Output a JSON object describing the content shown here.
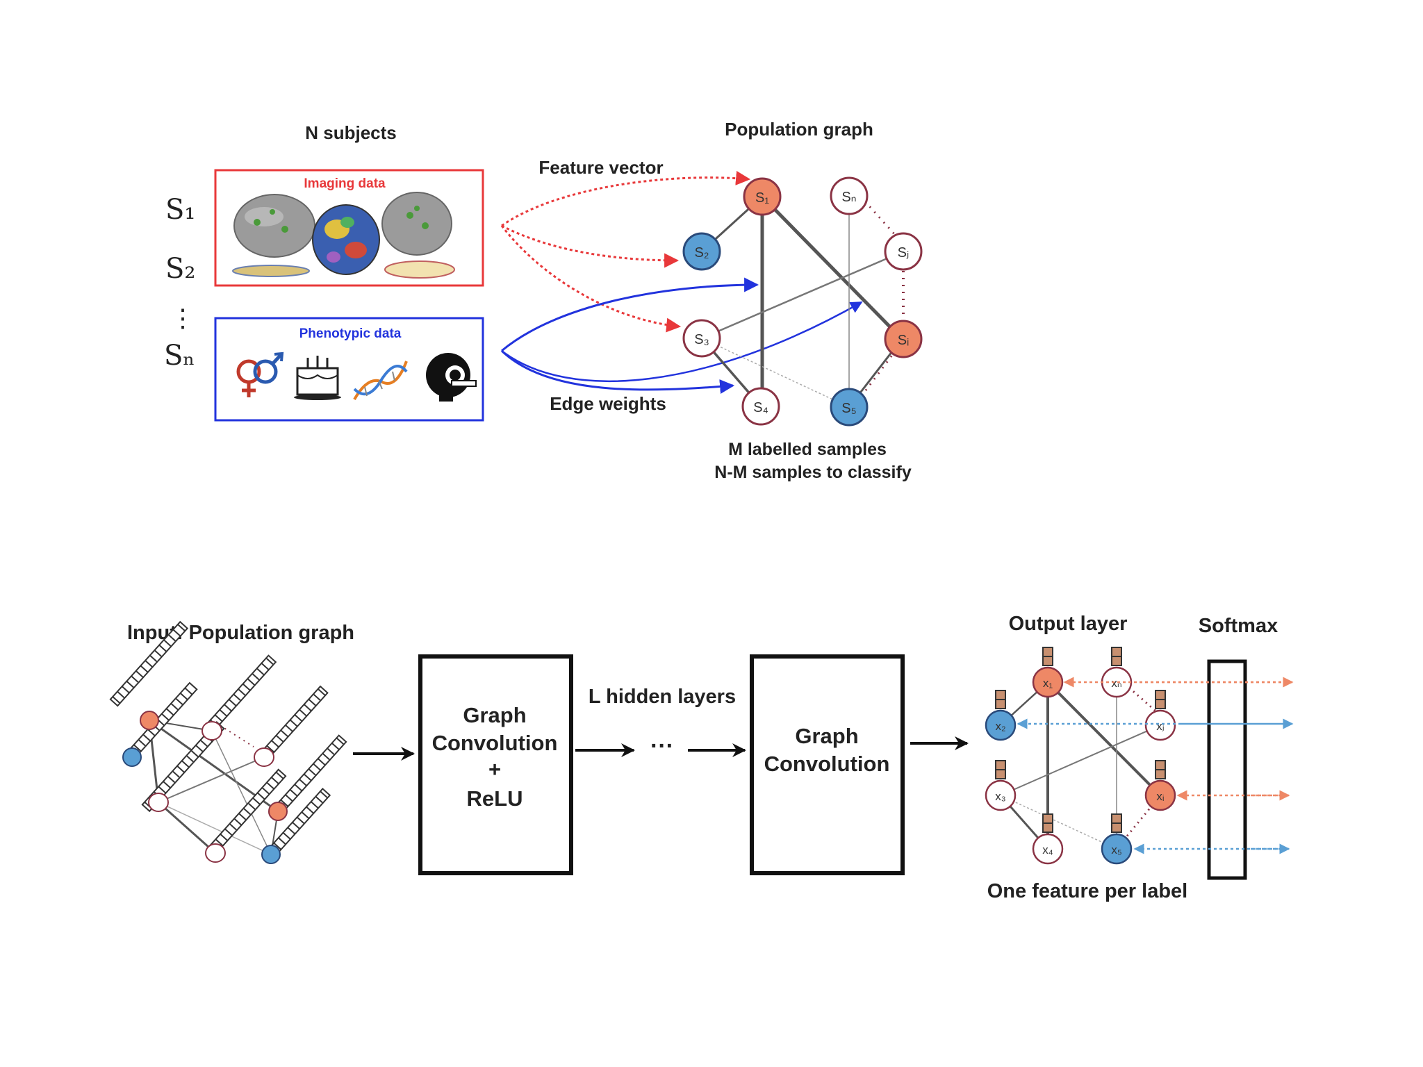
{
  "top": {
    "n_subjects": "N subjects",
    "subjects": [
      "S₁",
      "S₂",
      "⋮",
      "Sₙ"
    ],
    "imaging_title": "Imaging data",
    "phenotypic_title": "Phenotypic data",
    "feature_vector": "Feature vector",
    "edge_weights": "Edge weights",
    "population_graph": "Population graph",
    "nodes": {
      "s1": "S₁",
      "s2": "S₂",
      "s3": "S₃",
      "s4": "S₄",
      "s5": "S₅",
      "sn": "Sₙ",
      "sj": "Sⱼ",
      "si": "Sᵢ"
    },
    "caption_1": "M labelled samples",
    "caption_2": "N-M samples to classify"
  },
  "bottom": {
    "input_label": "Input: Population graph",
    "block1_lines": [
      "Graph",
      "Convolution",
      "+",
      "ReLU"
    ],
    "hidden_layers": "L hidden layers",
    "ellipsis": "···",
    "block2_lines": [
      "Graph",
      "Convolution"
    ],
    "output_layer": "Output layer",
    "softmax": "Softmax",
    "one_feature": "One feature per label",
    "out_nodes": {
      "x1": "x₁",
      "x2": "x₂",
      "x3": "x₃",
      "x4": "x₄",
      "x5": "x₅",
      "xn": "xₙ",
      "xj": "xⱼ",
      "xi": "xᵢ"
    }
  },
  "colors": {
    "imaging_red": "#e8383a",
    "phenotypic_blue": "#2233dd",
    "labelled_orange": "#ee8866",
    "labelled_blue": "#5a9fd4",
    "unlabelled_ring": "#8a3344"
  }
}
